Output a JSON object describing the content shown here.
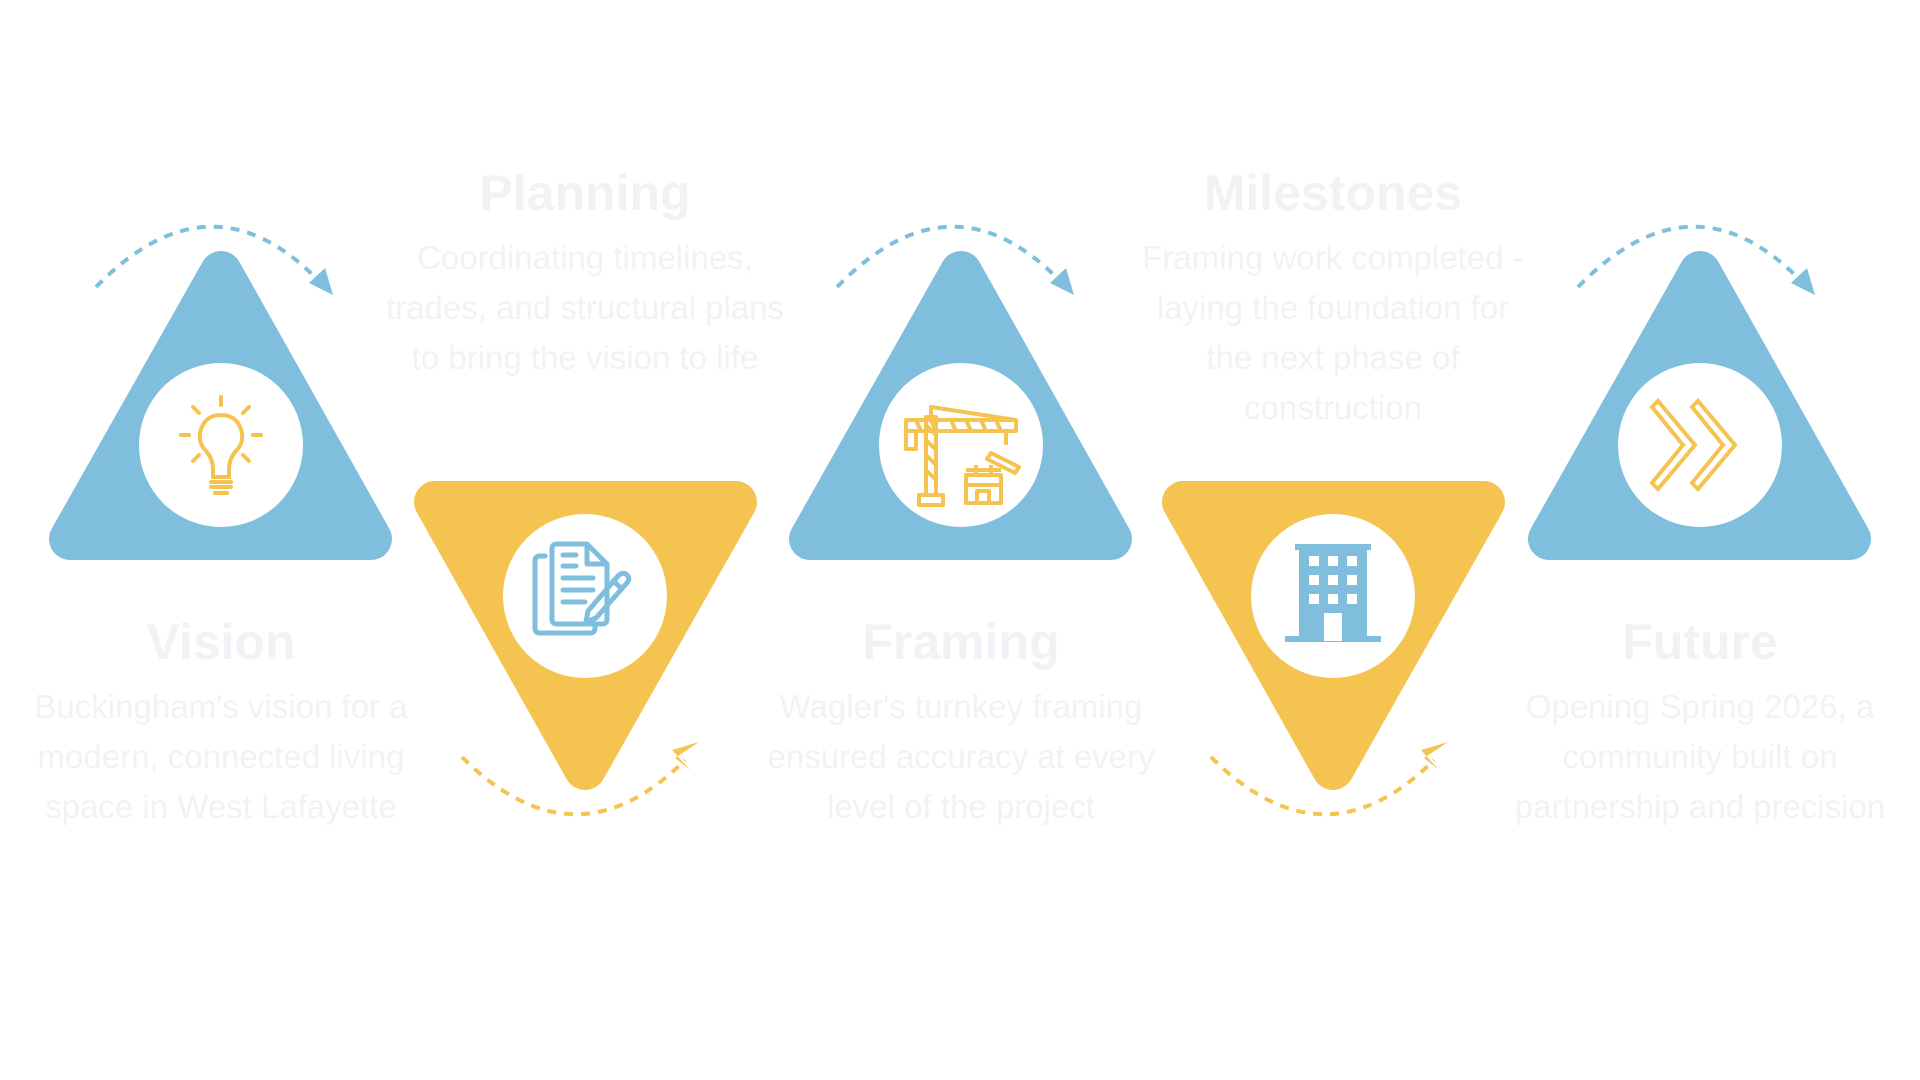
{
  "colors": {
    "blue": "#7fbedd",
    "yellow": "#f5c34f",
    "text": "#f1f2f5",
    "white": "#ffffff"
  },
  "steps": [
    {
      "title": "Vision",
      "body": "Buckingham's vision for a modern, connected living space in West Lafayette",
      "icon": "lightbulb-icon"
    },
    {
      "title": "Planning",
      "body": "Coordinating timelines, trades, and structural plans to bring the vision to life",
      "icon": "documents-pencil-icon"
    },
    {
      "title": "Framing",
      "body": "Wagler's turnkey framing ensured accuracy at every level of the project",
      "icon": "crane-icon"
    },
    {
      "title": "Milestones",
      "body": "Framing work completed - laying the foundation for the next phase of construction",
      "icon": "building-icon"
    },
    {
      "title": "Future",
      "body": "Opening Spring 2026, a community built on partnership and precision",
      "icon": "double-chevron-icon"
    }
  ]
}
